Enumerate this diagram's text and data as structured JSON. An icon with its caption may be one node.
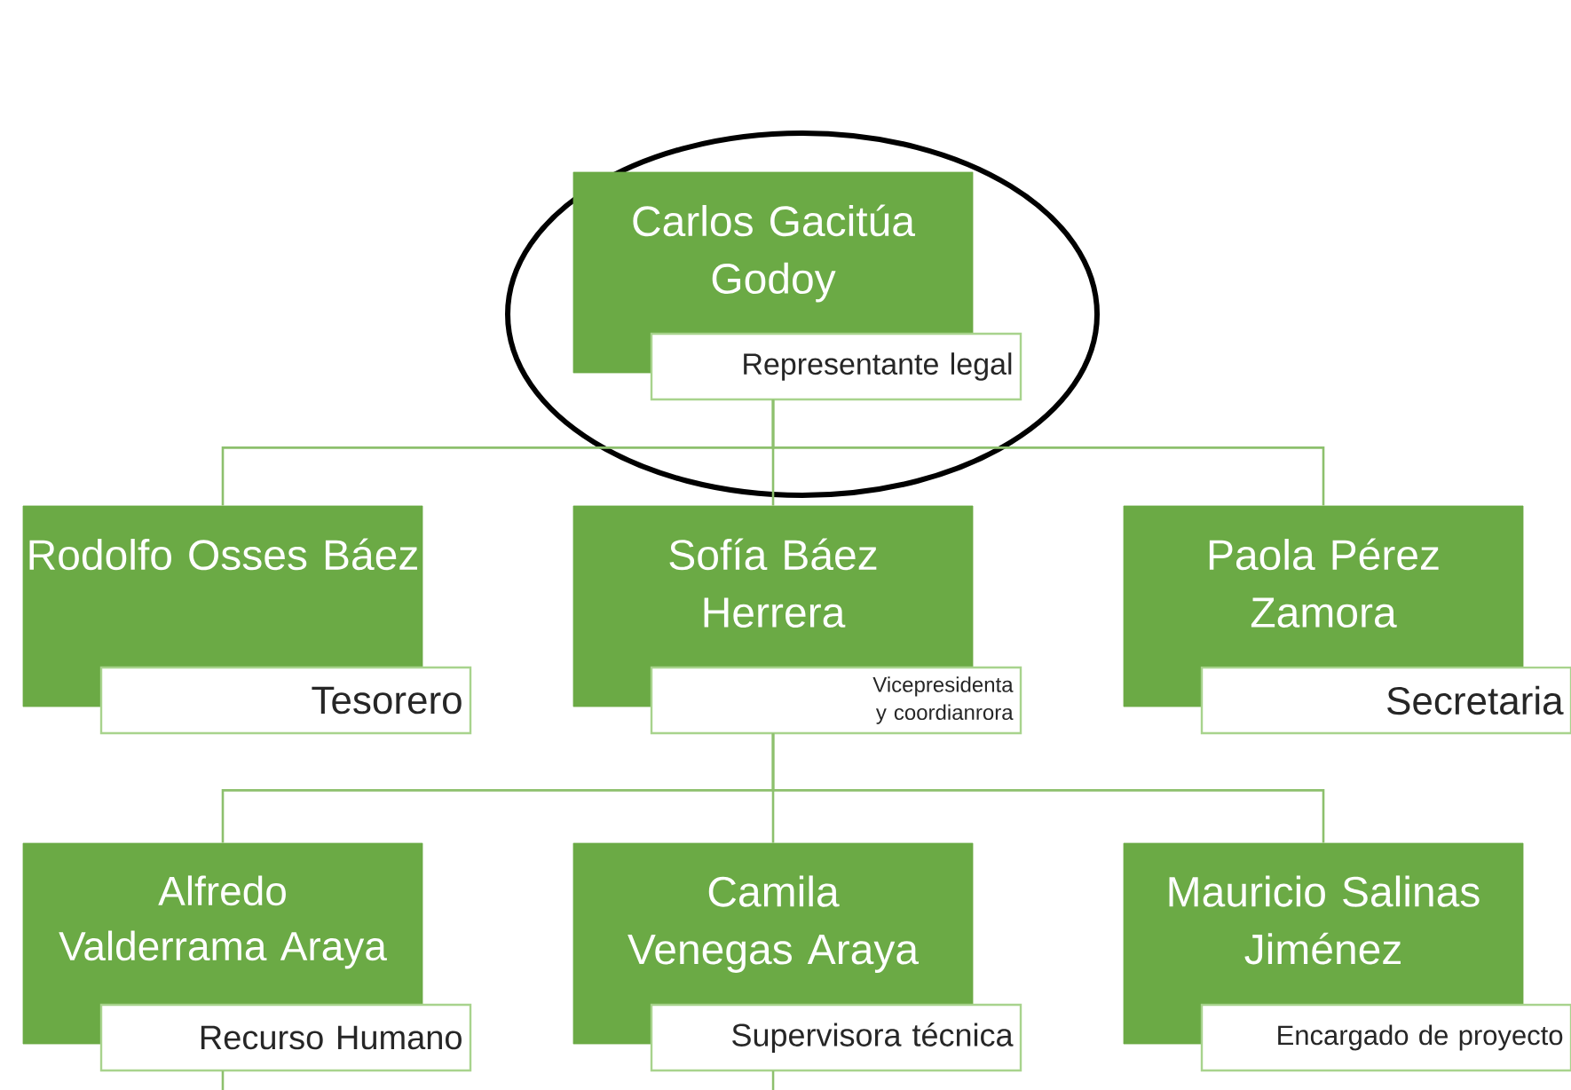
{
  "diagram": {
    "nodes": [
      {
        "text": [],
        "shape": "circle"
      },
      {
        "text": [
          "Carlos Gacitúa Godoy",
          "Representante legal"
        ],
        "in": 0
      },
      {
        "text": [
          "Rodolfo Osses Báez",
          "Tesorero"
        ]
      },
      {
        "text": [
          "Sofía Báez Herrera",
          "Vicepresidenta y coordianrora"
        ]
      },
      {
        "text": [
          "Paola Pérez Zamora",
          "Secretaria"
        ]
      },
      {
        "text": [
          "Alfredo Valderrama Araya",
          "Recurso Humano"
        ]
      },
      {
        "text": [
          "Camila Venegas Araya",
          "Supervisora técnica"
        ]
      },
      {
        "text": [
          "Mauricio Salinas Jiménez",
          "Encargado de proyecto"
        ]
      }
    ],
    "edges": [
      {
        "from": 1,
        "to": 2,
        "arrow": "none"
      },
      {
        "from": 1,
        "to": 3,
        "arrow": "none"
      },
      {
        "from": 1,
        "to": 4,
        "arrow": "none"
      },
      {
        "from": 3,
        "to": 5,
        "arrow": "none"
      },
      {
        "from": 3,
        "to": 6,
        "arrow": "none"
      },
      {
        "from": 3,
        "to": 7,
        "arrow": "none"
      },
      {
        "from": 5,
        "to": null,
        "arrow": "none"
      },
      {
        "from": 6,
        "to": null,
        "arrow": "none"
      }
    ]
  }
}
